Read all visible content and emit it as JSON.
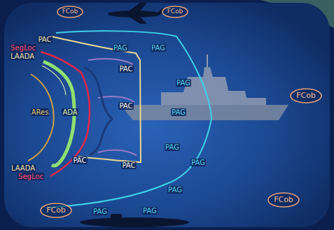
{
  "diagram": {
    "nodes": [
      {
        "text": [
          "FCob"
        ]
      },
      {
        "text": [
          "FCob"
        ]
      },
      {
        "text": [
          "FCob"
        ]
      },
      {
        "text": [
          "FCob"
        ]
      },
      {
        "text": [
          "FCob"
        ]
      }
    ],
    "labels": [
      "PAC",
      "SegLoc",
      "LAADA",
      "PAG",
      "PAG",
      "PAC",
      "PAG",
      "PAG",
      "ARes",
      "ADA",
      "PAC",
      "PAG",
      "PAC",
      "PAC",
      "LAADA",
      "PAG",
      "SegLoc",
      "PAG",
      "PAG",
      "PAG"
    ]
  }
}
